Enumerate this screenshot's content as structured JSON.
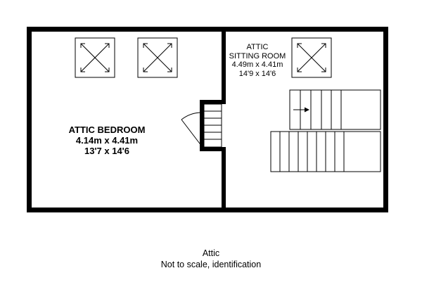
{
  "rooms": {
    "bedroom": {
      "name": "ATTIC BEDROOM",
      "metric": "4.14m x 4.41m",
      "imperial": "13'7 x 14'6"
    },
    "sitting": {
      "name_line1": "ATTIC",
      "name_line2": "SITTING ROOM",
      "metric": "4.49m x 4.41m",
      "imperial": "14'9 x 14'6"
    }
  },
  "caption": {
    "floor": "Attic",
    "note": "Not to scale, identification"
  },
  "icons": {
    "skylight": "skylight-icon",
    "door": "door-swing-icon",
    "stair_arrow": "stair-direction-arrow-icon"
  },
  "colors": {
    "wall": "#000000",
    "background": "#ffffff"
  }
}
